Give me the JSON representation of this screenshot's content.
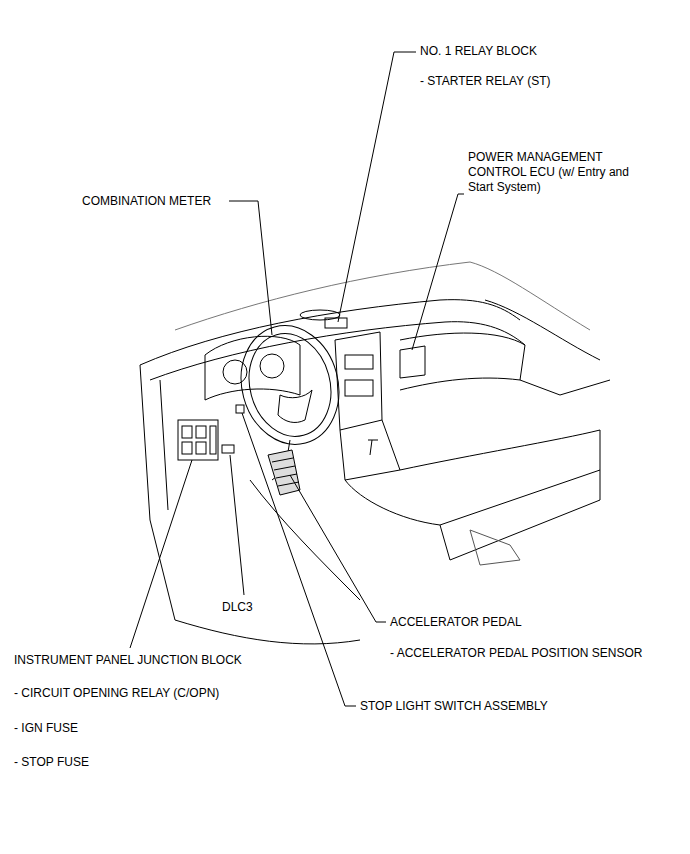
{
  "diagram": {
    "labels": [
      "NO. 1 RELAY BLOCK",
      "- STARTER RELAY (ST)",
      "POWER MANAGEMENT CONTROL ECU (w/ Entry and Start System)",
      "COMBINATION METER",
      "DLC3",
      "ACCELERATOR PEDAL",
      "- ACCELERATOR PEDAL POSITION SENSOR",
      "INSTRUMENT PANEL JUNCTION BLOCK",
      "- CIRCUIT OPENING RELAY (C/OPN)",
      "STOP LIGHT SWITCH ASSEMBLY",
      "- IGN FUSE",
      "- STOP FUSE"
    ]
  }
}
